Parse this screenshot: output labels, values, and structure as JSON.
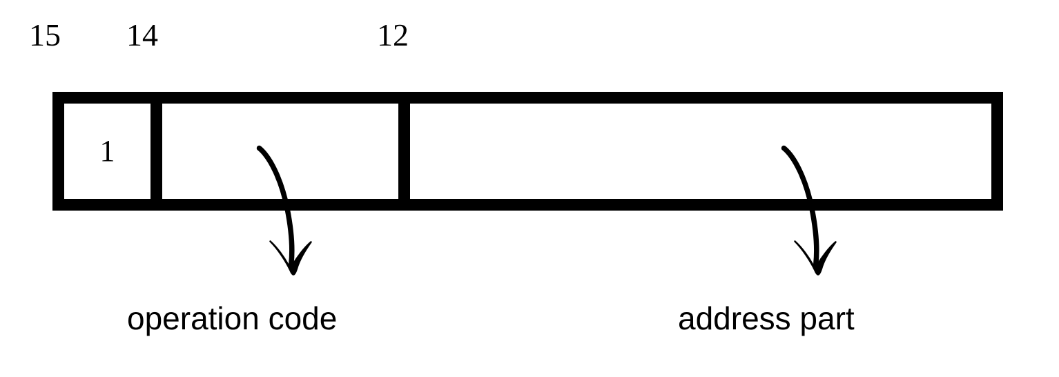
{
  "diagram": {
    "title": "Instruction format with indirect bit, operation code and address part",
    "background_color": "#ffffff",
    "stroke_color": "#000000"
  },
  "bit_labels": [
    {
      "id": "bit-15",
      "text": "15"
    },
    {
      "id": "bit-14",
      "text": "14"
    },
    {
      "id": "bit-12",
      "text": "12"
    }
  ],
  "register": {
    "fields": [
      {
        "id": "indirect-bit",
        "value": "1"
      },
      {
        "id": "operation-code",
        "value": ""
      },
      {
        "id": "address-part",
        "value": ""
      }
    ]
  },
  "captions": [
    {
      "id": "operation-code-caption",
      "text": "operation code"
    },
    {
      "id": "address-part-caption",
      "text": "address part"
    }
  ],
  "arrows": [
    {
      "id": "arrow-to-operation-code",
      "points_to": "operation code"
    },
    {
      "id": "arrow-to-address-part",
      "points_to": "address part"
    }
  ]
}
